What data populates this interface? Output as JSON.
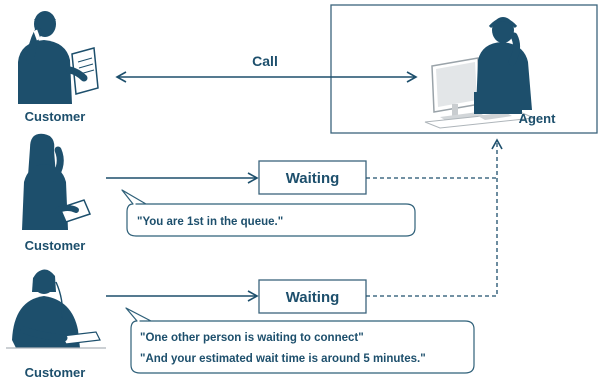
{
  "colors": {
    "primary": "#1d4f6c",
    "frame": "#3b647d",
    "bubble_border": "#2f6079",
    "monitor": "#d9dcdf"
  },
  "icons": {
    "customer_1": "customer-phone-tablet-icon",
    "customer_2": "customer-woman-phone-icon",
    "customer_3": "customer-headset-desk-icon",
    "agent": "agent-headset-computer-icon"
  },
  "labels": {
    "customer_1": "Customer",
    "customer_2": "Customer",
    "customer_3": "Customer",
    "agent": "Agent"
  },
  "call_label": "Call",
  "waiting": {
    "box_1": "Waiting",
    "box_2": "Waiting"
  },
  "bubbles": {
    "bubble_1": "\"You are 1st in the queue.\"",
    "bubble_2_line_1": "\"One other person is waiting to connect\"",
    "bubble_2_line_2": "\"And your estimated wait time is around 5 minutes.\""
  }
}
